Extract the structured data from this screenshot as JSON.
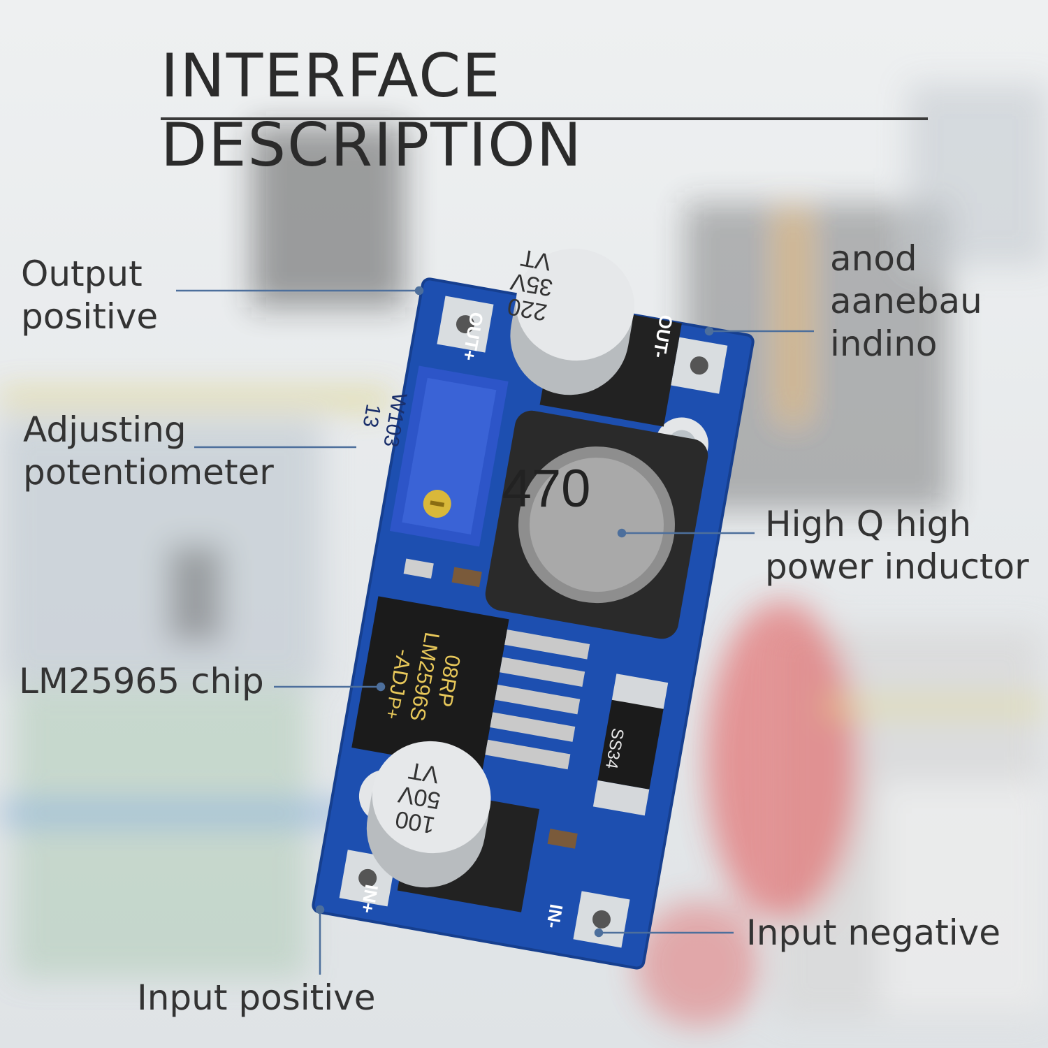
{
  "title": "INTERFACE  DESCRIPTION",
  "labels": {
    "output_positive": [
      "Output",
      "positive"
    ],
    "output_negative": [
      "anod",
      "aanebau",
      "indino"
    ],
    "potentiometer": [
      "Adjusting",
      "potentiometer"
    ],
    "inductor": [
      "High Q high",
      "power inductor"
    ],
    "chip": [
      "LM25965 chip"
    ],
    "input_negative": [
      "Input negative"
    ],
    "input_positive": [
      "Input positive"
    ]
  },
  "board_marks": {
    "cap_top": [
      "220",
      "35V",
      "VT"
    ],
    "cap_bottom": [
      "100",
      "50V",
      "VT"
    ],
    "inductor": "470",
    "chip": [
      "08RP",
      "LM2596S",
      "-ADJ",
      "P+"
    ],
    "pot": [
      "W103",
      "13"
    ],
    "diode": "SS34",
    "out_plus": "OUT+",
    "out_minus": "OUT-",
    "in_plus": "IN+",
    "in_minus": "IN-"
  },
  "colors": {
    "pcb": "#1d4fb0",
    "leader": "#4d6f9c",
    "label": "#333333"
  }
}
